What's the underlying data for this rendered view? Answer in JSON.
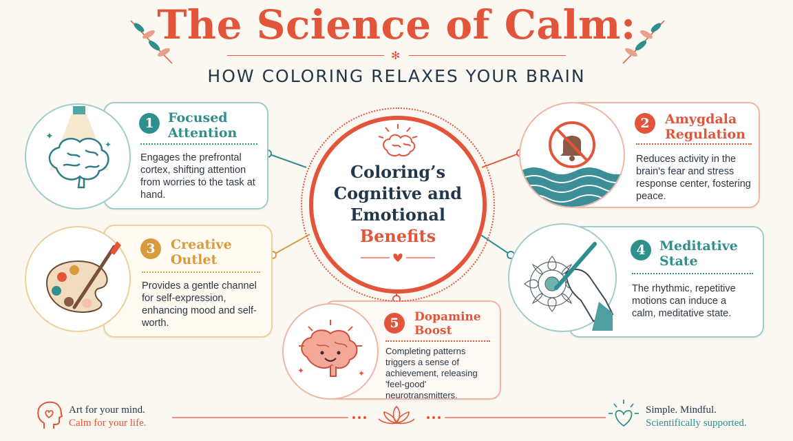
{
  "header": {
    "title": "The Science of Calm:",
    "subtitle": "HOW COLORING RELAXES YOUR BRAIN"
  },
  "center": {
    "line1": "Coloring’s",
    "line2": "Cognitive and",
    "line3": "Emotional",
    "line4": "Benefits"
  },
  "cards": [
    {
      "number": "1",
      "title_line1": "Focused",
      "title_line2": "Attention",
      "description": "Engages the prefrontal cortex, shifting attention from worries to the task at hand.",
      "color": "#2f8f8c",
      "icon": "brain-spotlight-icon"
    },
    {
      "number": "2",
      "title_line1": "Amygdala",
      "title_line2": "Regulation",
      "description": "Reduces activity in the brain's fear and stress response center, fostering peace.",
      "color": "#e2553a",
      "icon": "muted-bell-waves-icon"
    },
    {
      "number": "3",
      "title_line1": "Creative",
      "title_line2": "Outlet",
      "description": "Provides a gentle channel for self-expression, enhancing mood and self-worth.",
      "color": "#d79a3c",
      "icon": "paint-palette-icon"
    },
    {
      "number": "4",
      "title_line1": "Meditative",
      "title_line2": "State",
      "description": "The rhythmic, repetitive motions can induce a calm, meditative state.",
      "color": "#2f8f8c",
      "icon": "hand-coloring-mandala-icon"
    },
    {
      "number": "5",
      "title_line1": "Dopamine",
      "title_line2": "Boost",
      "description": "Completing patterns triggers a sense of achievement, releasing 'feel-good' neurotransmitters.",
      "color": "#e2553a",
      "icon": "happy-brain-icon"
    }
  ],
  "footer": {
    "left_line1": "Art for your mind.",
    "left_line2": "Calm for your life.",
    "right_line1": "Simple. Mindful.",
    "right_line2": "Scientifically supported."
  },
  "colors": {
    "accent_red": "#e2553a",
    "teal": "#2f8f8c",
    "gold": "#d79a3c",
    "navy": "#22384a",
    "background": "#fbf7f1"
  }
}
